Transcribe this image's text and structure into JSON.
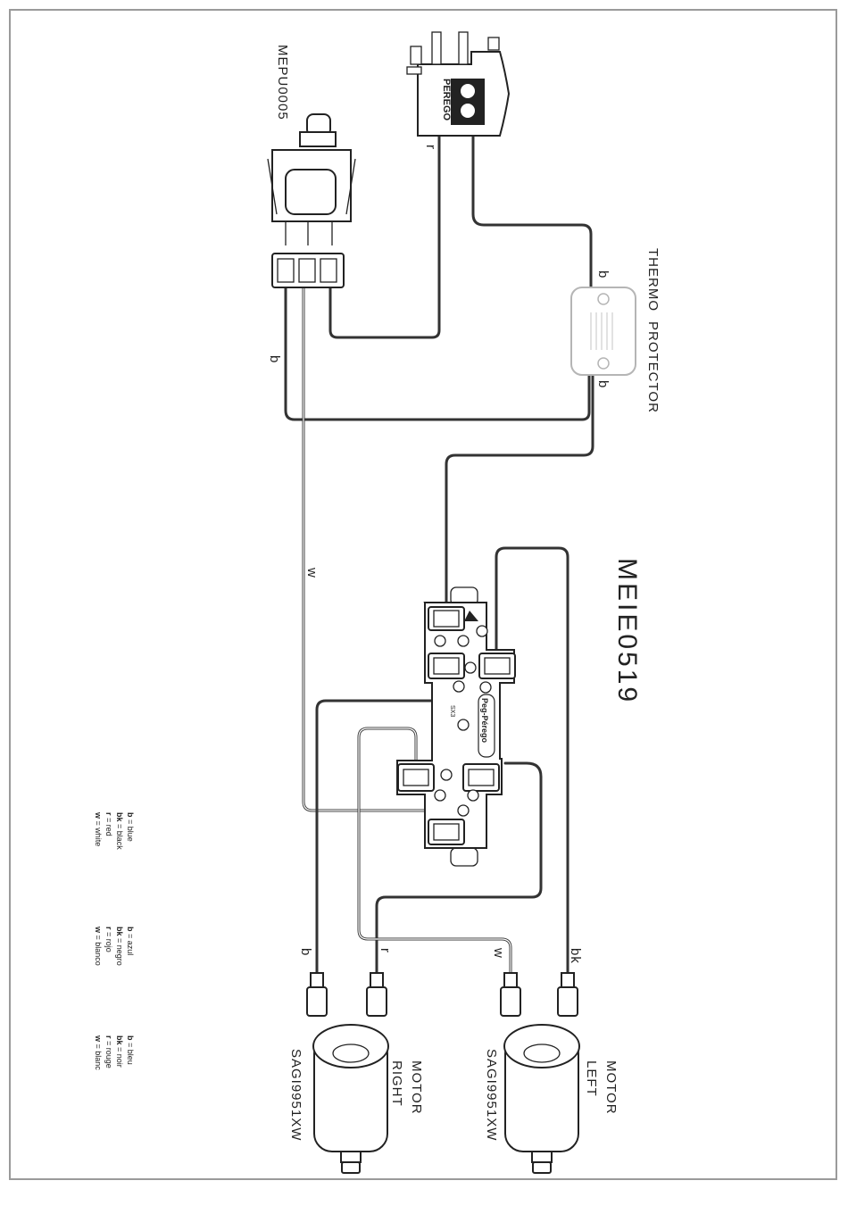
{
  "model": "MEIE0519",
  "components": {
    "switch": "MEPU0005",
    "thermo_line1": "THERMO",
    "thermo_line2": "PROTECTOR",
    "brand": "PEREGO",
    "board_brand": "Peg-Pérego",
    "board_code": "SX3"
  },
  "motors": [
    {
      "title_line1": "MOTOR",
      "title_line2": "RIGHT",
      "code": "SAGI9951XW"
    },
    {
      "title_line1": "MOTOR",
      "title_line2": "LEFT",
      "code": "SAGI9951XW"
    }
  ],
  "wire_labels": {
    "w": "w",
    "b": "b",
    "r": "r",
    "bk": "bk"
  },
  "legends": {
    "english": [
      {
        "code": "b",
        "text": " = blue"
      },
      {
        "code": "bk",
        "text": " = black"
      },
      {
        "code": "r",
        "text": " = red"
      },
      {
        "code": "w",
        "text": " = white"
      }
    ],
    "spanish": [
      {
        "code": "b",
        "text": " = azul"
      },
      {
        "code": "bk",
        "text": " = negro"
      },
      {
        "code": "r",
        "text": " = rojo"
      },
      {
        "code": "w",
        "text": " = blanco"
      }
    ],
    "french": [
      {
        "code": "b",
        "text": " = bleu"
      },
      {
        "code": "bk",
        "text": " = noir"
      },
      {
        "code": "r",
        "text": " = rouge"
      },
      {
        "code": "w",
        "text": " = blanc"
      }
    ]
  },
  "colors": {
    "frame": "#9a9a9a",
    "wire": "#333333",
    "thermo": "#b5b5b5"
  }
}
